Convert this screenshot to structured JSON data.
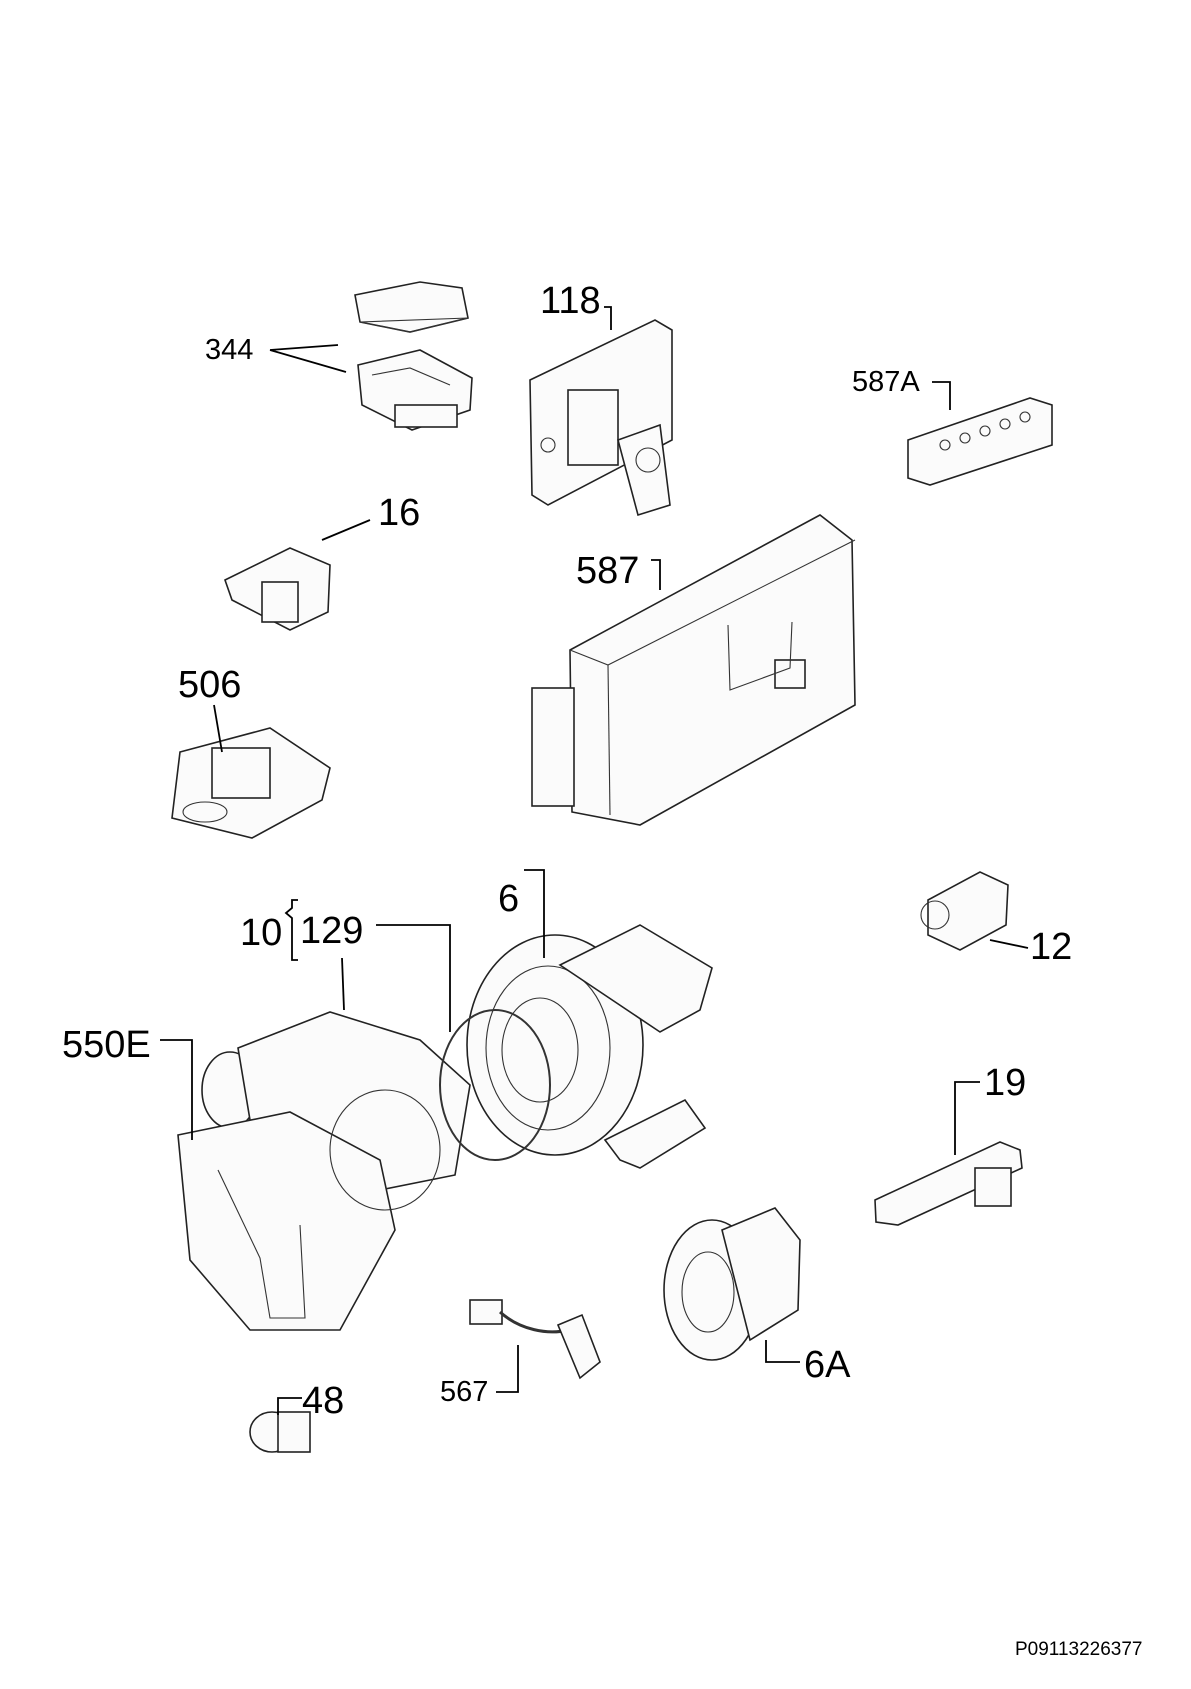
{
  "labels": {
    "p344": "344",
    "p118": "118",
    "p587A": "587A",
    "p16": "16",
    "p587": "587",
    "p506": "506",
    "p6": "6",
    "p10": "10",
    "p129": "129",
    "p12": "12",
    "p550E": "550E",
    "p19": "19",
    "p567": "567",
    "p6A": "6A",
    "p48": "48"
  },
  "reference": "P09113226377"
}
